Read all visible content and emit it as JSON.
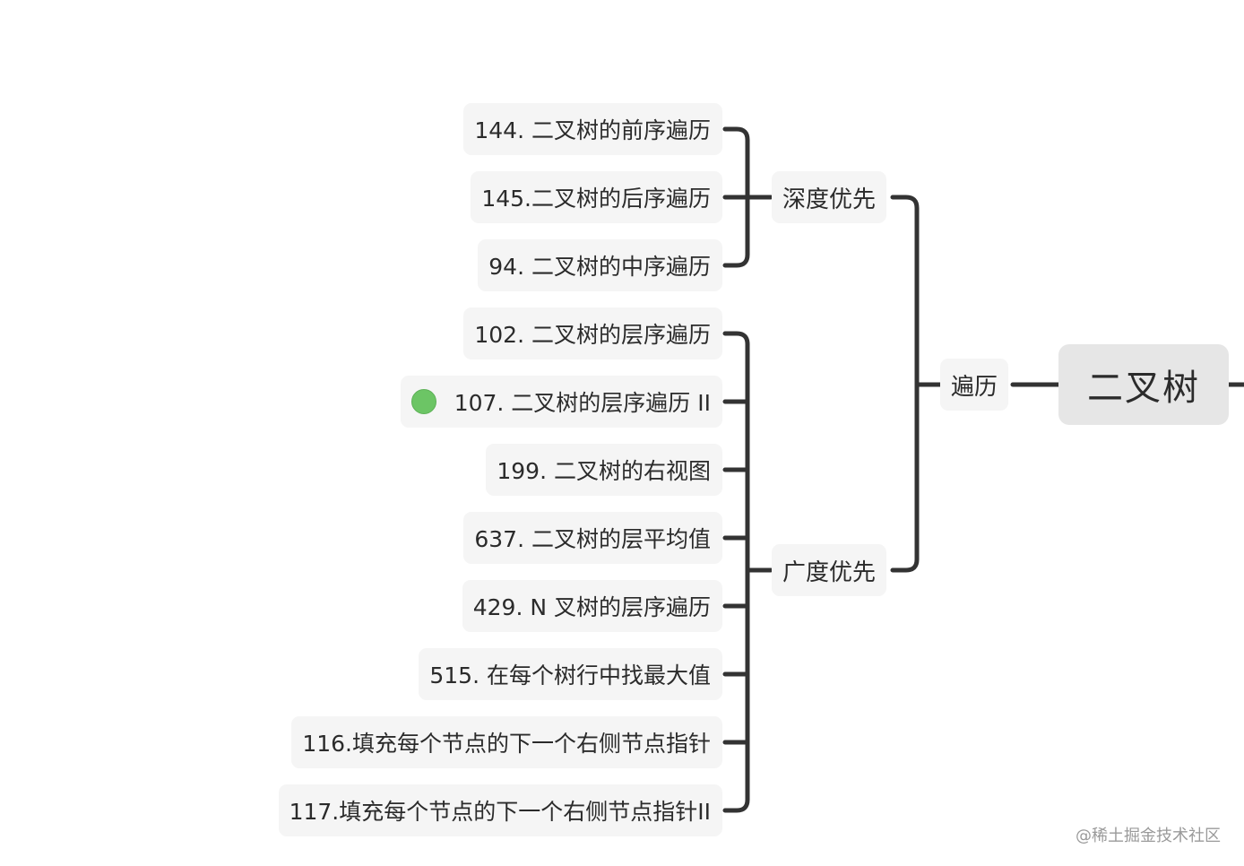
{
  "root": {
    "label": "二叉树"
  },
  "branch": {
    "label": "遍历"
  },
  "groups": [
    {
      "label": "深度优先",
      "items": [
        {
          "label": "144. 二叉树的前序遍历"
        },
        {
          "label": "145.二叉树的后序遍历"
        },
        {
          "label": "94. 二叉树的中序遍历"
        }
      ]
    },
    {
      "label": "广度优先",
      "items": [
        {
          "label": "102. 二叉树的层序遍历"
        },
        {
          "label": "107. 二叉树的层序遍历 II",
          "marker": "green-dot"
        },
        {
          "label": "199. 二叉树的右视图"
        },
        {
          "label": "637. 二叉树的层平均值"
        },
        {
          "label": "429. N 叉树的层序遍历"
        },
        {
          "label": "515. 在每个树行中找最大值"
        },
        {
          "label": "116.填充每个节点的下一个右侧节点指针"
        },
        {
          "label": "117.填充每个节点的下一个右侧节点指针II"
        }
      ]
    }
  ],
  "watermark": "@稀土掘金技术社区",
  "colors": {
    "connector": "#333333",
    "node_bg": "#f5f5f5",
    "root_bg": "#e6e6e6",
    "marker": "#6cc565"
  }
}
